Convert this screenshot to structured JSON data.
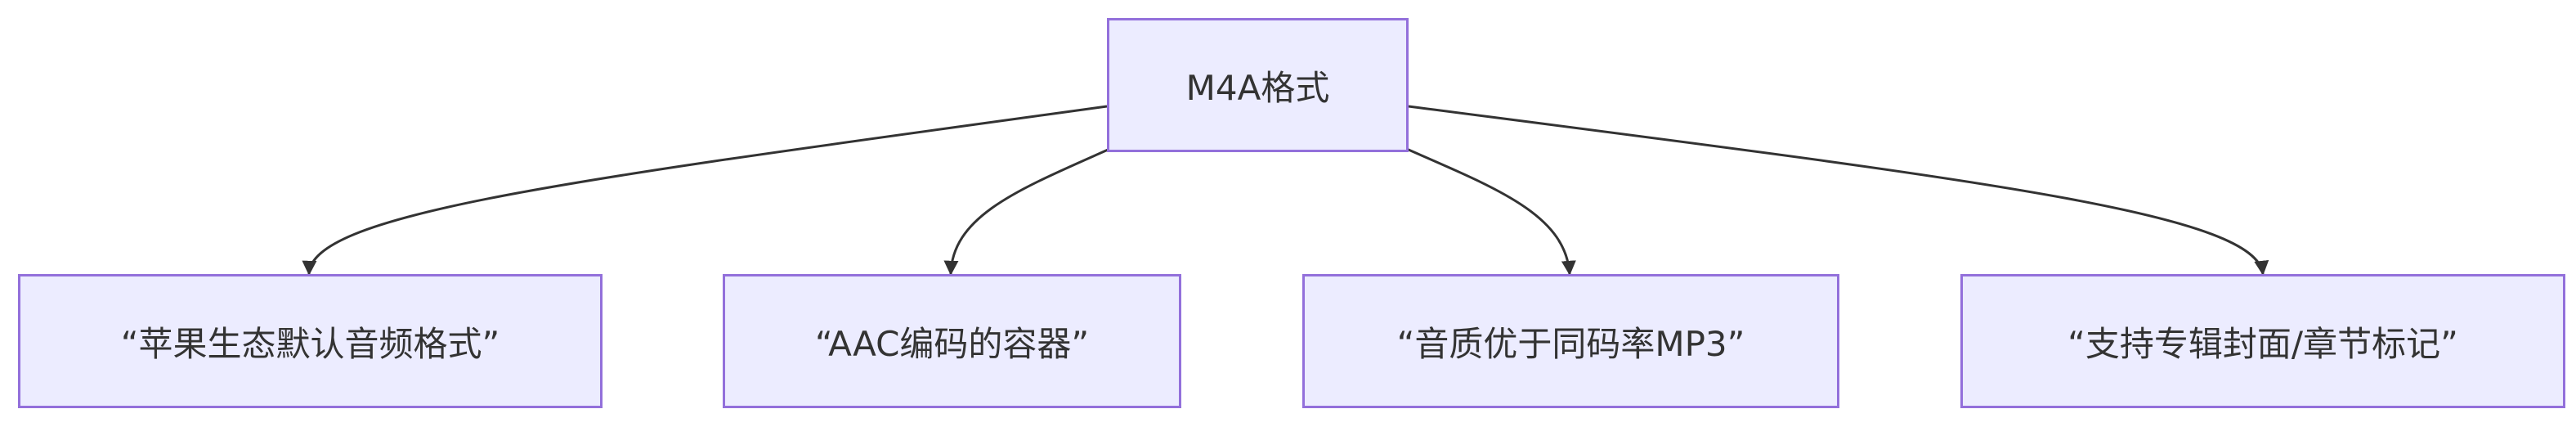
{
  "diagram": {
    "root": {
      "label": "M4A格式"
    },
    "children": [
      {
        "label": "“苹果生态默认音频格式”"
      },
      {
        "label": "“AAC编码的容器”"
      },
      {
        "label": "“音质优于同码率MP3”"
      },
      {
        "label": "“支持专辑封面/章节标记”"
      }
    ]
  },
  "colors": {
    "node_fill": "#ececff",
    "node_border": "#9370db",
    "edge": "#333333",
    "text": "#333333"
  }
}
